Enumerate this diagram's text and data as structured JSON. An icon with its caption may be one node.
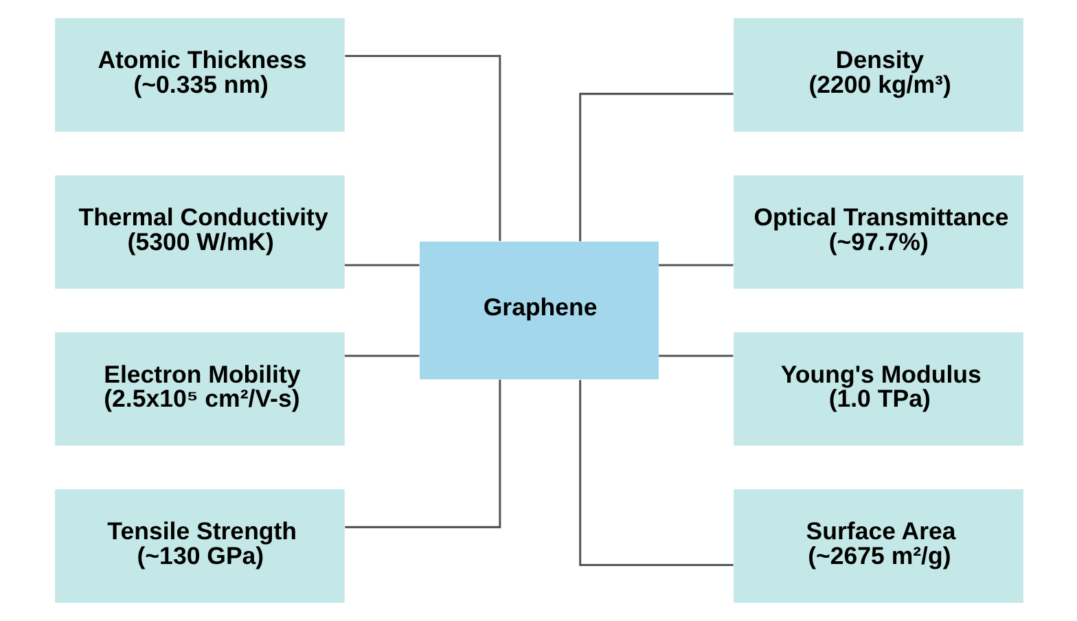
{
  "diagram": {
    "nodes": [
      {
        "text": [
          "Atomic Thickness (~0.335 nm)"
        ]
      },
      {
        "text": [
          "Thermal Conductivity (5300 W/mK)"
        ]
      },
      {
        "text": [
          "Electron Mobility (2.5x10⁵ cm²/V-s)"
        ]
      },
      {
        "text": [
          "Tensile Strength (~130 GPa)"
        ]
      },
      {
        "text": [
          "Graphene"
        ]
      },
      {
        "text": [
          "Density (2200 kg/m³)"
        ]
      },
      {
        "text": [
          "Optical Transmittance (~97.7%)"
        ]
      },
      {
        "text": [
          "Young's Modulus (1.0 TPa)"
        ]
      },
      {
        "text": [
          "Surface Area (~2675 m²/g)"
        ]
      }
    ],
    "edges": [
      {
        "from": 0,
        "to": 4,
        "arrow": "none"
      },
      {
        "from": 1,
        "to": 4,
        "arrow": "none"
      },
      {
        "from": 2,
        "to": 4,
        "arrow": "none"
      },
      {
        "from": 3,
        "to": 4,
        "arrow": "none"
      },
      {
        "from": 4,
        "to": 5,
        "arrow": "none"
      },
      {
        "from": 4,
        "to": 6,
        "arrow": "none"
      },
      {
        "from": 4,
        "to": 7,
        "arrow": "none"
      },
      {
        "from": 4,
        "to": 8,
        "arrow": "none"
      }
    ]
  }
}
